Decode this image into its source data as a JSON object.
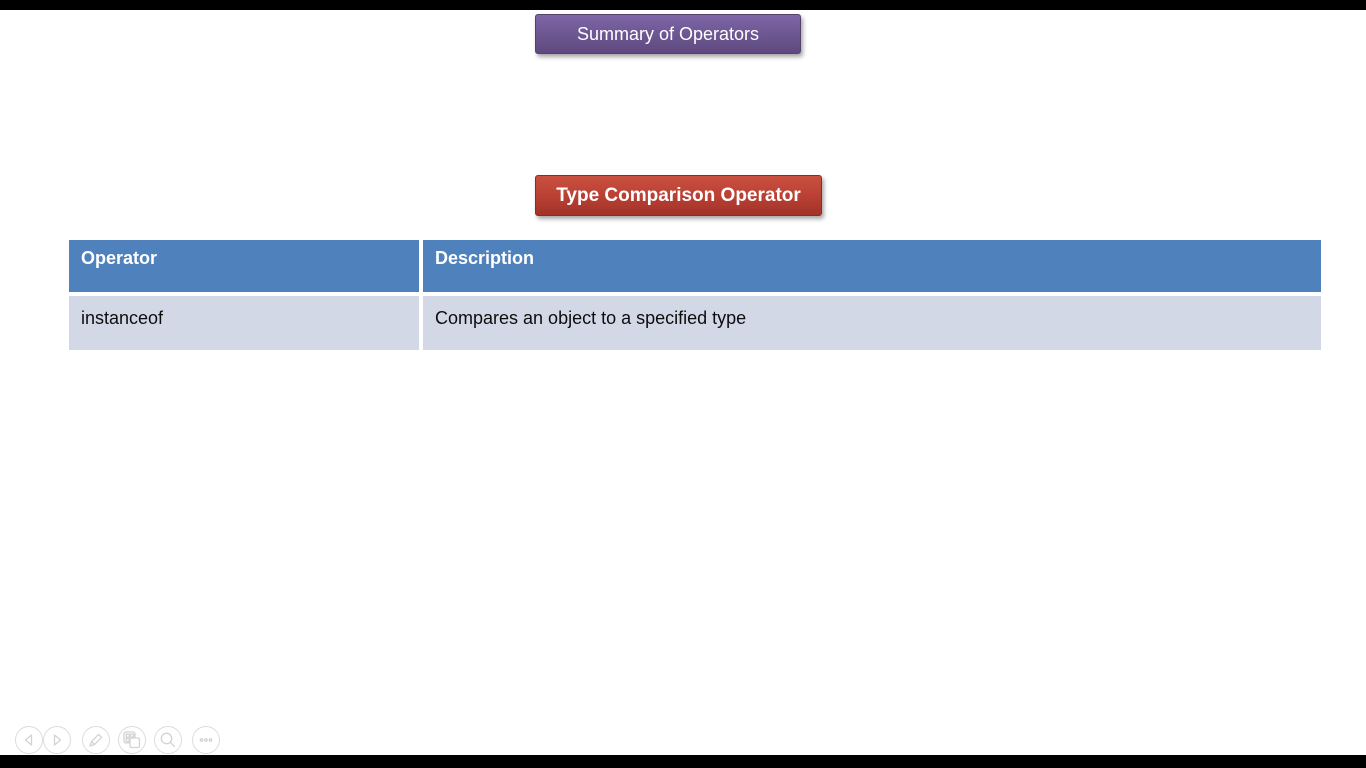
{
  "slide": {
    "title_banner": "Summary of Operators",
    "section_banner": "Type Comparison Operator",
    "table": {
      "headers": [
        "Operator",
        "Description"
      ],
      "rows": [
        [
          "instanceof",
          "Compares an object to a specified type"
        ]
      ]
    }
  },
  "toolbar": {
    "items": [
      {
        "name": "previous-slide",
        "icon": "left-arrow-icon"
      },
      {
        "name": "next-slide",
        "icon": "right-arrow-icon"
      },
      {
        "name": "pen-tools",
        "icon": "pen-icon"
      },
      {
        "name": "see-all-slides",
        "icon": "slides-grid-icon"
      },
      {
        "name": "zoom-into-slide",
        "icon": "magnifier-icon"
      },
      {
        "name": "more-options",
        "icon": "ellipsis-icon"
      }
    ]
  },
  "colors": {
    "letterbox": "#000000",
    "slide_background": "#ffffff",
    "title_banner_top": "#7f66a8",
    "title_banner_bottom": "#5e4a7e",
    "section_banner_top": "#c9503f",
    "section_banner_bottom": "#a33227",
    "table_header_bg": "#4f81bd",
    "table_header_text": "#ffffff",
    "table_row_bg": "#d2d8e6",
    "nav_icon_stroke": "#d3d3d3"
  }
}
